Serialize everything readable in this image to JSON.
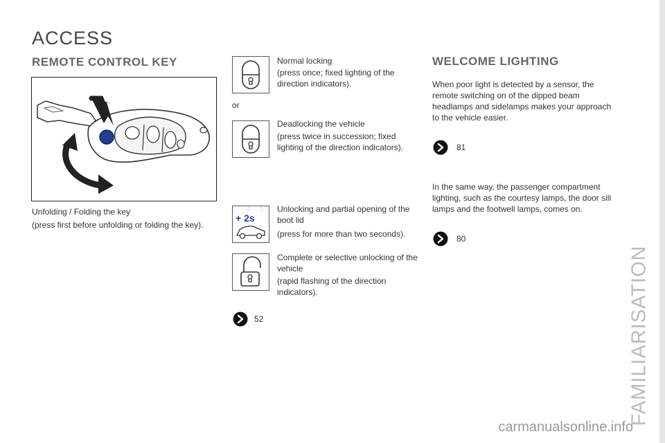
{
  "page": {
    "title": "ACCESS",
    "side_label": "FAMILIARISATION",
    "watermark": "carmanualsonline.info"
  },
  "remote_key": {
    "heading": "REMOTE CONTROL KEY",
    "caption_1": "Unfolding / Folding the key",
    "caption_2": "(press first before unfolding or folding the key)."
  },
  "functions": {
    "normal_locking": {
      "title": "Normal locking",
      "detail": "(press once; fixed lighting of the direction indicators)."
    },
    "or_label": "or",
    "deadlocking": {
      "title": "Deadlocking the vehicle",
      "detail": "(press twice in succession; fixed lighting of the direction indicators)."
    },
    "boot_unlock": {
      "icon_label": "+ 2s",
      "title": "Unlocking and partial opening of the boot lid",
      "detail": "(press for more than two seconds)."
    },
    "unlocking": {
      "title": "Complete or selective unlocking of the vehicle",
      "detail": "(rapid flashing of the direction indicators)."
    },
    "ref_page": "52"
  },
  "welcome_lighting": {
    "heading": "WELCOME LIGHTING",
    "para_1": "When poor light is detected by a sensor, the remote switching on of the dipped beam headlamps and sidelamps makes your approach to the vehicle easier.",
    "ref_1": "81",
    "para_2": "In the same way, the passenger compartment lighting, such as the courtesy lamps, the door sill lamps and the footwell lamps, comes on.",
    "ref_2": "80"
  }
}
